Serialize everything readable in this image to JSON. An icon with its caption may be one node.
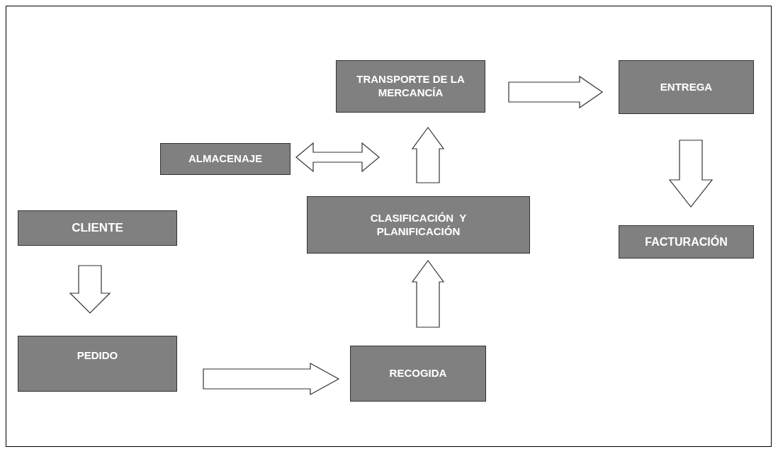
{
  "diagram": {
    "nodes": [
      {
        "text": [
          "CLIENTE"
        ]
      },
      {
        "text": [
          "PEDIDO"
        ]
      },
      {
        "text": [
          "RECOGIDA"
        ]
      },
      {
        "text": [
          "CLASIFICACIÓN  Y PLANIFICACIÓN"
        ]
      },
      {
        "text": [
          "ALMACENAJE"
        ]
      },
      {
        "text": [
          "TRANSPORTE DE LA MERCANCÍA"
        ]
      },
      {
        "text": [
          "ENTREGA"
        ]
      },
      {
        "text": [
          "FACTURACIÓN"
        ]
      }
    ],
    "edges": [
      {
        "from": 0,
        "to": 1,
        "arrow": "to"
      },
      {
        "from": 1,
        "to": 2,
        "arrow": "to"
      },
      {
        "from": 2,
        "to": 3,
        "arrow": "to"
      },
      {
        "from": 3,
        "to": 5,
        "arrow": "to"
      },
      {
        "from": 4,
        "to": 5,
        "arrow": "both"
      },
      {
        "from": 5,
        "to": 6,
        "arrow": "to"
      },
      {
        "from": 6,
        "to": 7,
        "arrow": "to"
      }
    ]
  }
}
